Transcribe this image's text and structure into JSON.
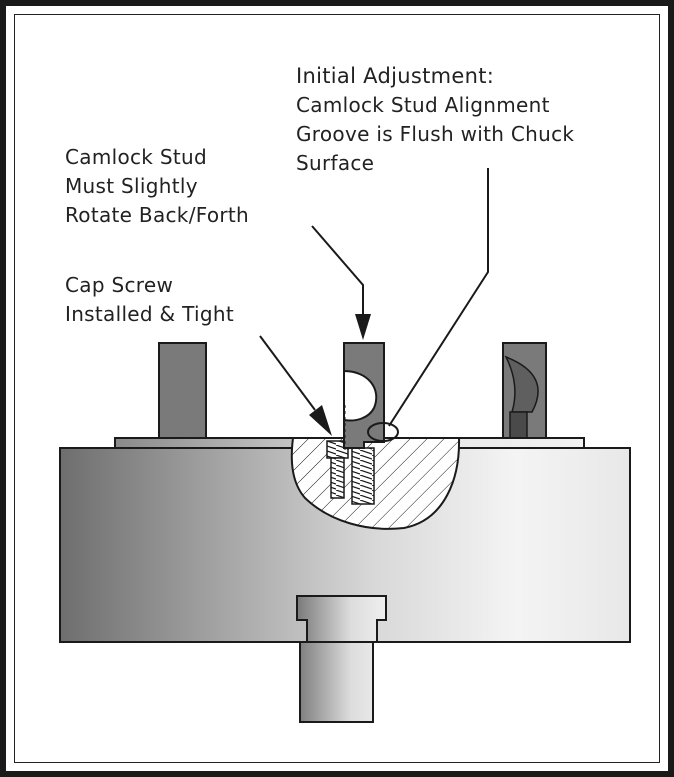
{
  "callouts": {
    "initial_adjustment": {
      "heading": "Initial Adjustment:",
      "lines": [
        "Camlock Stud Alignment",
        "Groove is Flush with Chuck",
        "Surface"
      ]
    },
    "camlock_rotate": {
      "lines": [
        "Camlock Stud",
        "Must Slightly",
        "Rotate Back/Forth"
      ]
    },
    "cap_screw": {
      "lines": [
        "Cap Screw",
        "Installed & Tight"
      ]
    }
  },
  "colors": {
    "ink": "#1a1a1a",
    "metal_dark": "#6e6e6e",
    "metal_light": "#f2f2f2",
    "stud_fill": "#7a7a7a"
  }
}
